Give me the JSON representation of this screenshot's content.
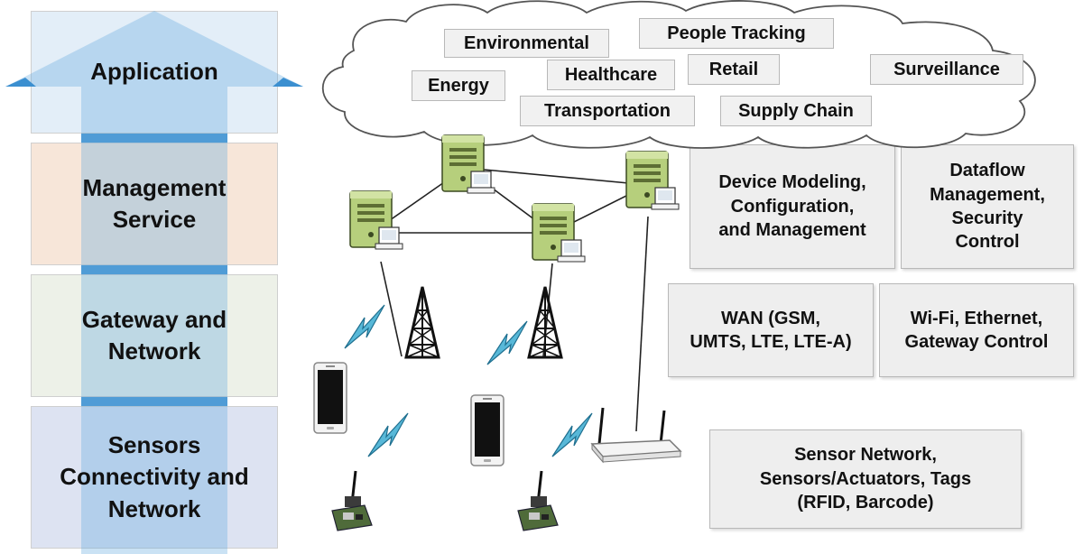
{
  "layers": {
    "application": "Application",
    "management": "Management\nService",
    "gateway": "Gateway and\nNetwork",
    "sensors": "Sensors\nConnectivity and\nNetwork"
  },
  "applications": {
    "environmental": "Environmental",
    "people_tracking": "People Tracking",
    "energy": "Energy",
    "healthcare": "Healthcare",
    "retail": "Retail",
    "surveillance": "Surveillance",
    "transportation": "Transportation",
    "supply_chain": "Supply Chain"
  },
  "functions": {
    "device_modeling": "Device Modeling,\nConfiguration,\nand Management",
    "dataflow": "Dataflow\nManagement,\nSecurity\nControl",
    "wan": "WAN (GSM,\nUMTS, LTE, LTE-A)",
    "wifi": "Wi-Fi, Ethernet,\nGateway Control",
    "sensor_network": "Sensor Network,\nSensors/Actuators, Tags\n(RFID, Barcode)"
  },
  "colors": {
    "arrow_blue": "#5aa5dc",
    "server_green": "#a9c46c",
    "lightning_teal": "#3fa8c8",
    "cloud_outline": "#555555"
  }
}
